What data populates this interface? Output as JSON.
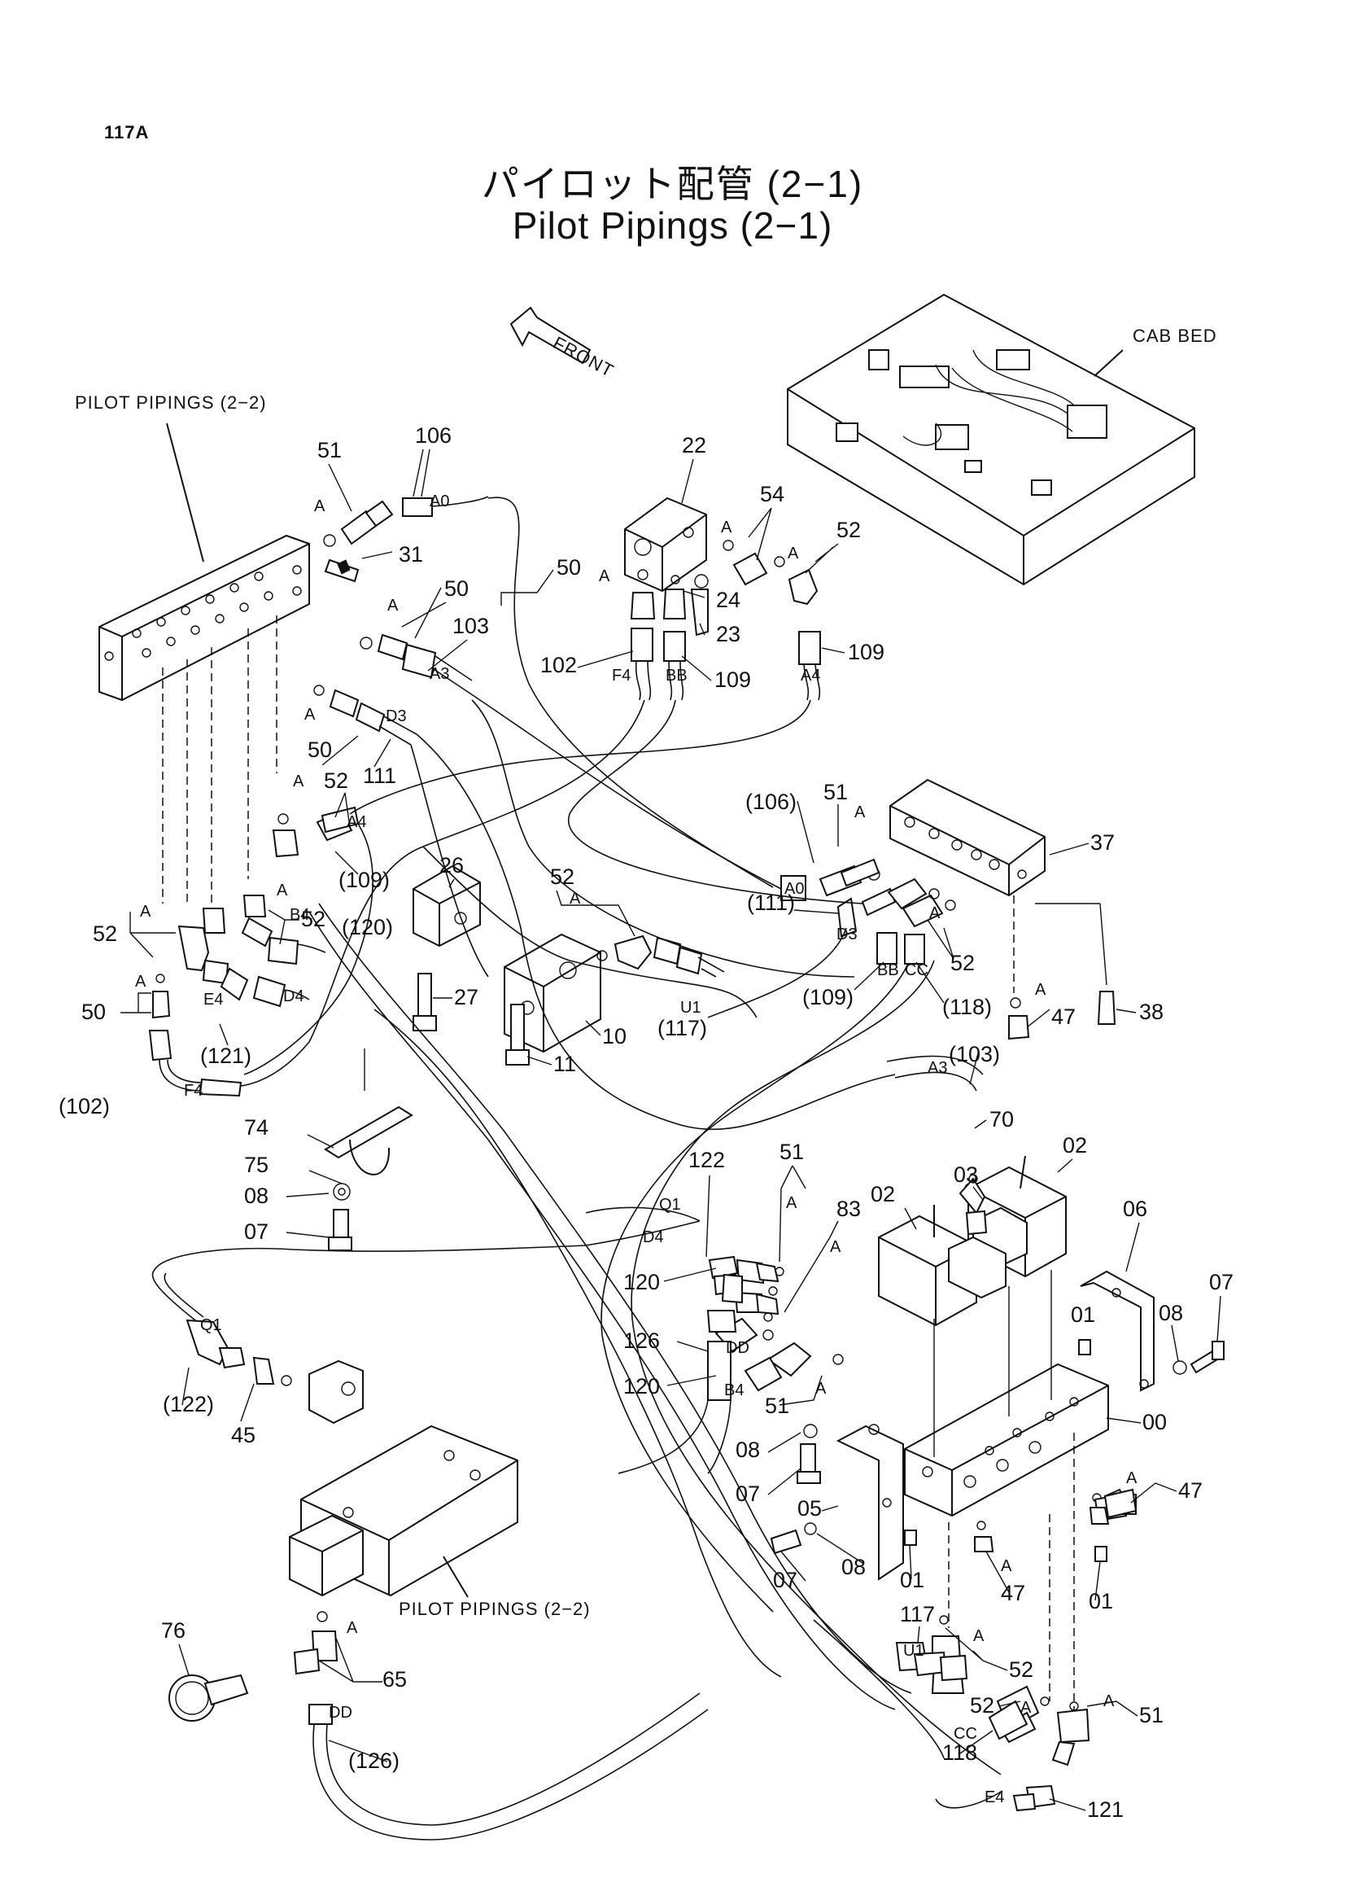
{
  "page_number": "117A",
  "title_ja": "パイロット配管 (2−1)",
  "title_en": "Pilot Pipings (2−1)",
  "captions": {
    "front": "FRONT",
    "cab_bed": "CAB BED",
    "pilot_pipings_top": "PILOT PIPINGS (2−2)",
    "pilot_pipings_bottom": "PILOT PIPINGS (2−2)"
  },
  "callouts": [
    {
      "id": "c22",
      "text": "22"
    },
    {
      "id": "c54",
      "text": "54"
    },
    {
      "id": "c52a",
      "text": "52"
    },
    {
      "id": "c106",
      "text": "106"
    },
    {
      "id": "c51a",
      "text": "51"
    },
    {
      "id": "c31",
      "text": "31"
    },
    {
      "id": "c50a",
      "text": "50"
    },
    {
      "id": "c103",
      "text": "103"
    },
    {
      "id": "c50b",
      "text": "50"
    },
    {
      "id": "c24",
      "text": "24"
    },
    {
      "id": "c23",
      "text": "23"
    },
    {
      "id": "c102",
      "text": "102"
    },
    {
      "id": "c109a",
      "text": "109"
    },
    {
      "id": "c109b",
      "text": "109"
    },
    {
      "id": "c50c",
      "text": "50"
    },
    {
      "id": "c111",
      "text": "111"
    },
    {
      "id": "c52b",
      "text": "52"
    },
    {
      "id": "c109p",
      "text": "(109)"
    },
    {
      "id": "c106p",
      "text": "(106)"
    },
    {
      "id": "c51b",
      "text": "51"
    },
    {
      "id": "c37",
      "text": "37"
    },
    {
      "id": "c111p",
      "text": "(111)"
    },
    {
      "id": "c52c",
      "text": "52"
    },
    {
      "id": "c109q",
      "text": "(109)"
    },
    {
      "id": "c118p",
      "text": "(118)"
    },
    {
      "id": "c47a",
      "text": "47"
    },
    {
      "id": "c38",
      "text": "38"
    },
    {
      "id": "c26",
      "text": "26"
    },
    {
      "id": "c52d",
      "text": "52"
    },
    {
      "id": "c27",
      "text": "27"
    },
    {
      "id": "c10",
      "text": "10"
    },
    {
      "id": "c11",
      "text": "11"
    },
    {
      "id": "c117p",
      "text": "(117)"
    },
    {
      "id": "c52e",
      "text": "52"
    },
    {
      "id": "c52f",
      "text": "52"
    },
    {
      "id": "c120p",
      "text": "(120)"
    },
    {
      "id": "c50d",
      "text": "50"
    },
    {
      "id": "c121p",
      "text": "(121)"
    },
    {
      "id": "c102p",
      "text": "(102)"
    },
    {
      "id": "c103p",
      "text": "(103)"
    },
    {
      "id": "c70",
      "text": "70"
    },
    {
      "id": "c02a",
      "text": "02"
    },
    {
      "id": "c03",
      "text": "03"
    },
    {
      "id": "c02b",
      "text": "02"
    },
    {
      "id": "c06",
      "text": "06"
    },
    {
      "id": "c07a",
      "text": "07"
    },
    {
      "id": "c08a",
      "text": "08"
    },
    {
      "id": "c01a",
      "text": "01"
    },
    {
      "id": "c00",
      "text": "00"
    },
    {
      "id": "c74",
      "text": "74"
    },
    {
      "id": "c75",
      "text": "75"
    },
    {
      "id": "c08b",
      "text": "08"
    },
    {
      "id": "c07b",
      "text": "07"
    },
    {
      "id": "c122",
      "text": "122"
    },
    {
      "id": "c51c",
      "text": "51"
    },
    {
      "id": "c83",
      "text": "83"
    },
    {
      "id": "c120a",
      "text": "120"
    },
    {
      "id": "c126",
      "text": "126"
    },
    {
      "id": "c120b",
      "text": "120"
    },
    {
      "id": "c51d",
      "text": "51"
    },
    {
      "id": "c122p",
      "text": "(122)"
    },
    {
      "id": "c45",
      "text": "45"
    },
    {
      "id": "c08c",
      "text": "08"
    },
    {
      "id": "c07c",
      "text": "07"
    },
    {
      "id": "c05",
      "text": "05"
    },
    {
      "id": "c07d",
      "text": "07"
    },
    {
      "id": "c08d",
      "text": "08"
    },
    {
      "id": "c01b",
      "text": "01"
    },
    {
      "id": "c47b",
      "text": "47"
    },
    {
      "id": "c47c",
      "text": "47"
    },
    {
      "id": "c01c",
      "text": "01"
    },
    {
      "id": "c76",
      "text": "76"
    },
    {
      "id": "c65",
      "text": "65"
    },
    {
      "id": "c117",
      "text": "117"
    },
    {
      "id": "c52g",
      "text": "52"
    },
    {
      "id": "c52h",
      "text": "52"
    },
    {
      "id": "c51e",
      "text": "51"
    },
    {
      "id": "c118",
      "text": "118"
    },
    {
      "id": "c121",
      "text": "121"
    },
    {
      "id": "c126p",
      "text": "(126)"
    }
  ],
  "hose_tags": [
    {
      "id": "tA0a",
      "text": "A0"
    },
    {
      "id": "tA3a",
      "text": "A3"
    },
    {
      "id": "tD3a",
      "text": "D3"
    },
    {
      "id": "tF4a",
      "text": "F4"
    },
    {
      "id": "tBBa",
      "text": "BB"
    },
    {
      "id": "tA4a",
      "text": "A4"
    },
    {
      "id": "tA4b",
      "text": "A4"
    },
    {
      "id": "tA0b",
      "text": "A0"
    },
    {
      "id": "tD3b",
      "text": "D3"
    },
    {
      "id": "tBBb",
      "text": "BB"
    },
    {
      "id": "tCCa",
      "text": "CC"
    },
    {
      "id": "tB4a",
      "text": "B4"
    },
    {
      "id": "tE4a",
      "text": "E4"
    },
    {
      "id": "tD4a",
      "text": "D4"
    },
    {
      "id": "tU1a",
      "text": "U1"
    },
    {
      "id": "tF4b",
      "text": "F4"
    },
    {
      "id": "tA3b",
      "text": "A3"
    },
    {
      "id": "tQ1a",
      "text": "Q1"
    },
    {
      "id": "tD4b",
      "text": "D4"
    },
    {
      "id": "tDDa",
      "text": "DD"
    },
    {
      "id": "tB4b",
      "text": "B4"
    },
    {
      "id": "tQ1b",
      "text": "Q1"
    },
    {
      "id": "tU1b",
      "text": "U1"
    },
    {
      "id": "tCCb",
      "text": "CC"
    },
    {
      "id": "tE4b",
      "text": "E4"
    },
    {
      "id": "tDDb",
      "text": "DD"
    }
  ],
  "seal_mark": "A"
}
